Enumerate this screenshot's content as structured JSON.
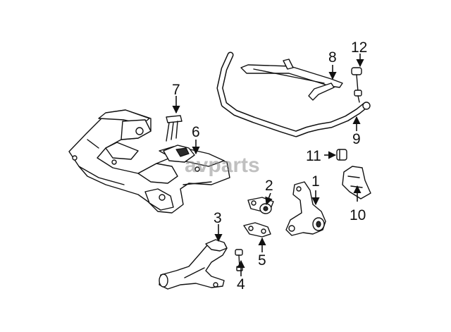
{
  "watermark": {
    "text": "avparts"
  },
  "callouts": [
    {
      "id": "1",
      "label": "1"
    },
    {
      "id": "2",
      "label": "2"
    },
    {
      "id": "3",
      "label": "3"
    },
    {
      "id": "4",
      "label": "4"
    },
    {
      "id": "5",
      "label": "5"
    },
    {
      "id": "6",
      "label": "6"
    },
    {
      "id": "7",
      "label": "7"
    },
    {
      "id": "8",
      "label": "8"
    },
    {
      "id": "9",
      "label": "9"
    },
    {
      "id": "10",
      "label": "10"
    },
    {
      "id": "11",
      "label": "11"
    },
    {
      "id": "12",
      "label": "12"
    }
  ]
}
